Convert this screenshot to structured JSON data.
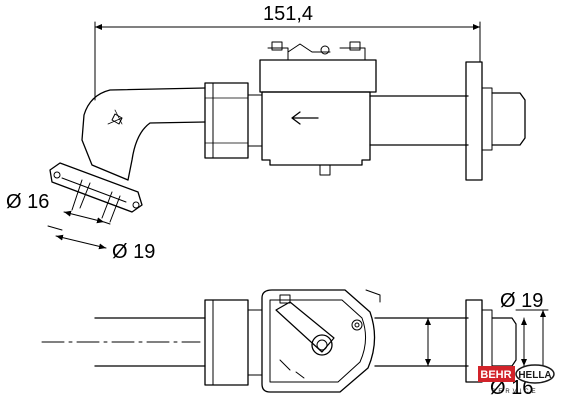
{
  "drawing": {
    "dimensions": {
      "overall_length": "151,4",
      "top_left_diameter": "Ø 16",
      "top_left_diameter_2": "Ø 19",
      "bottom_right_diameter": "Ø 19",
      "bottom_right_diameter_2": "Ø 16"
    }
  },
  "logo": {
    "brand_left": "BEHR",
    "brand_right": "HELLA",
    "sub": "SERVICE"
  },
  "colors": {
    "line": "#000000",
    "background": "#ffffff",
    "logo_red": "#d2232a",
    "logo_dark": "#1a1a1a"
  }
}
